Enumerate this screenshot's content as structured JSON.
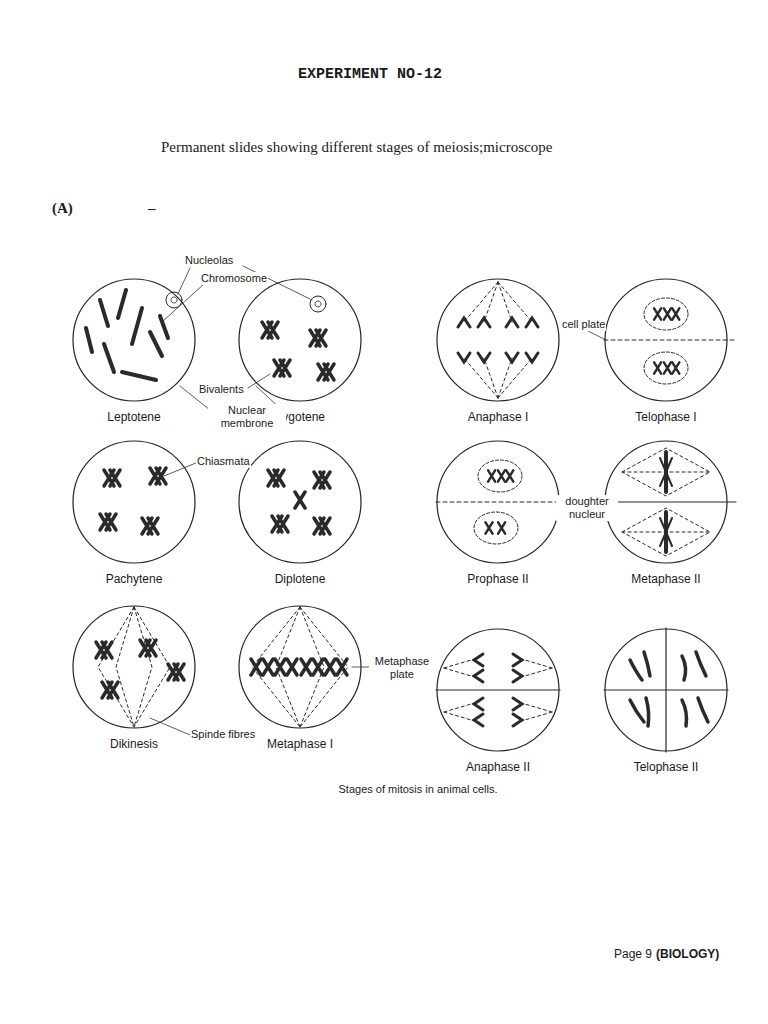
{
  "diagram": {
    "title": "EXPERIMENT NO-12",
    "caption": "Stages of mitosis in animal cells.",
    "nodes": [
      {
        "text": [
          "Leptotene"
        ]
      },
      {
        "text": [
          "Zygotene"
        ]
      },
      {
        "text": [
          "Anaphase I"
        ]
      },
      {
        "text": [
          "Telophase I"
        ]
      },
      {
        "text": [
          "Pachytene"
        ]
      },
      {
        "text": [
          "Diplotene"
        ]
      },
      {
        "text": [
          "Prophase II"
        ]
      },
      {
        "text": [
          "Metaphase II"
        ]
      },
      {
        "text": [
          "Dikinesis"
        ]
      },
      {
        "text": [
          "Metaphase I"
        ]
      },
      {
        "text": [
          "Anaphase II"
        ]
      },
      {
        "text": [
          "Telophase II"
        ]
      }
    ],
    "labels": [
      "Permanent slides showing different stages of meiosis;microscope",
      "(A)",
      "–",
      "Nucleolas",
      "Chromosome",
      "Bivalents",
      "Nuclear membrone",
      "Chiasmata",
      "Spinde fibres",
      "Metaphase plate",
      "cell plate",
      "doughter nucleur",
      "Page 9",
      "(BIOLOGY)"
    ]
  }
}
